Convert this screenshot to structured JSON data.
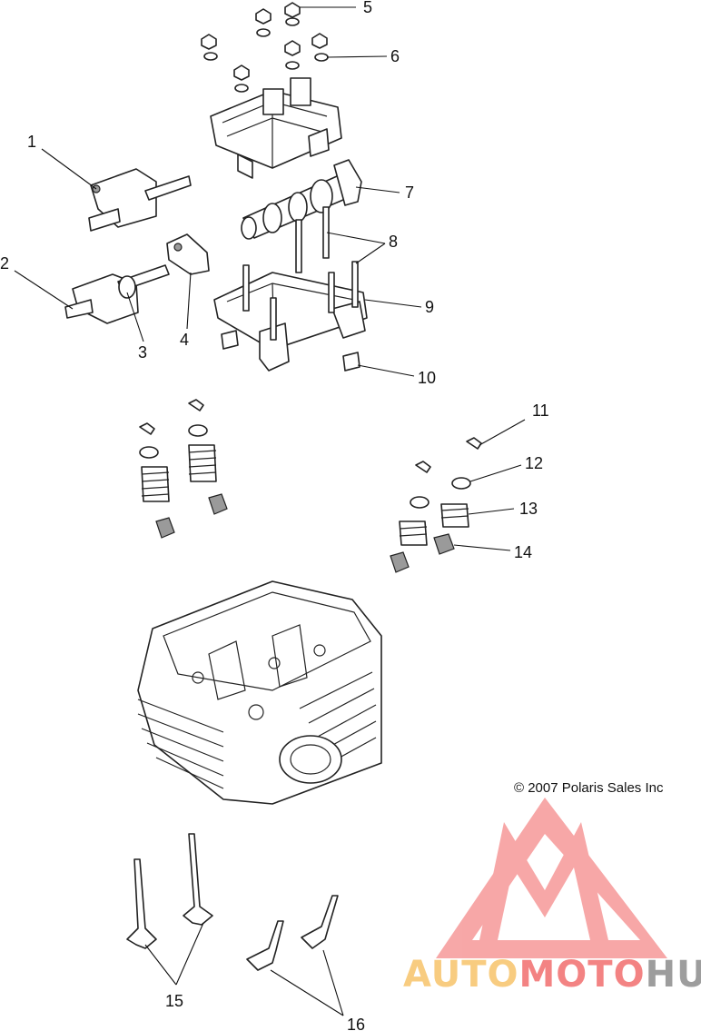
{
  "callouts": [
    {
      "id": "1",
      "label": "1"
    },
    {
      "id": "2",
      "label": "2"
    },
    {
      "id": "3",
      "label": "3"
    },
    {
      "id": "4",
      "label": "4"
    },
    {
      "id": "5",
      "label": "5"
    },
    {
      "id": "6",
      "label": "6"
    },
    {
      "id": "7",
      "label": "7"
    },
    {
      "id": "8",
      "label": "8"
    },
    {
      "id": "9",
      "label": "9"
    },
    {
      "id": "10",
      "label": "10"
    },
    {
      "id": "11",
      "label": "11"
    },
    {
      "id": "12",
      "label": "12"
    },
    {
      "id": "13",
      "label": "13"
    },
    {
      "id": "14",
      "label": "14"
    },
    {
      "id": "15",
      "label": "15"
    },
    {
      "id": "16",
      "label": "16"
    }
  ],
  "copyright": "© 2007 Polaris Sales Inc",
  "watermark": {
    "segments": [
      {
        "text": "AUTO",
        "color": "#f7c46a"
      },
      {
        "text": "MOTO",
        "color": "#f26e6e"
      },
      {
        "text": "HUB",
        "color": "#8c8c8c"
      }
    ],
    "logo_color": "#f26e6e"
  }
}
